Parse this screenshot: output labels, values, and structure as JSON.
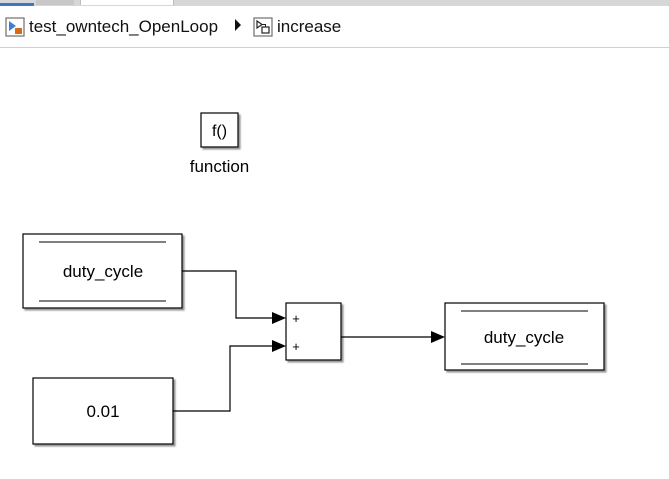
{
  "breadcrumb": {
    "items": [
      {
        "label": "test_owntech_OpenLoop",
        "icon": "simulink-model-icon"
      },
      {
        "label": "increase",
        "icon": "subsystem-icon"
      }
    ]
  },
  "diagram": {
    "function_block": {
      "symbol": "f()",
      "caption": "function"
    },
    "data_store_read": {
      "label": "duty_cycle"
    },
    "constant": {
      "value": "0.01"
    },
    "sum_block": {
      "port1": "+",
      "port2": "+"
    },
    "data_store_write": {
      "label": "duty_cycle"
    }
  },
  "colors": {
    "block_stroke": "#000000",
    "block_fill": "#ffffff",
    "shadow": "#8c8c8c",
    "model_icon_accent": "#3d7fd6",
    "model_icon_orange": "#d66a1a"
  }
}
